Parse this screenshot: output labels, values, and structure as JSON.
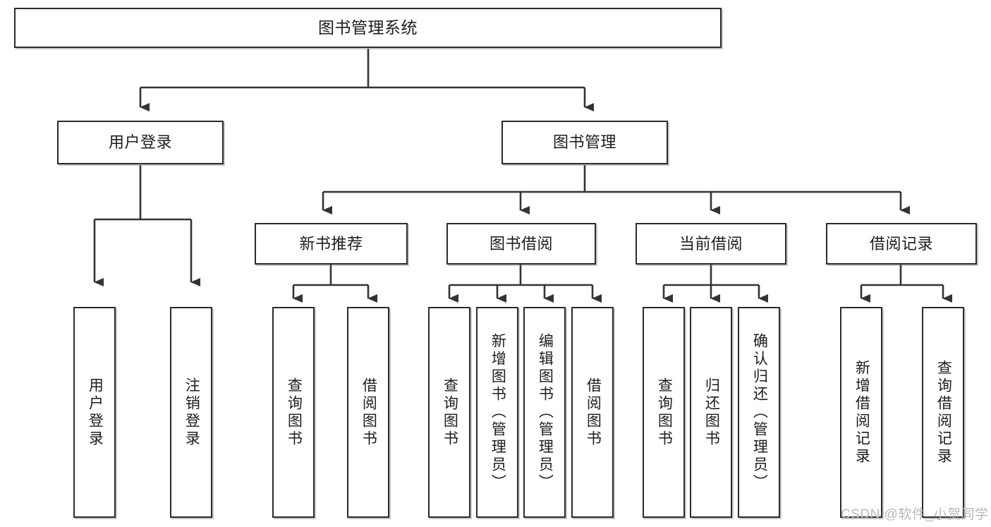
{
  "diagram": {
    "title": "图书管理系统",
    "type": "tree-hierarchy-chart",
    "colors": {
      "box_border": "#2b2b2b",
      "box_fill": "#ffffff",
      "edge": "#333333",
      "text": "#1d1d1d",
      "watermark": "#b9b9b9",
      "background": "#ffffff"
    },
    "nodes": {
      "root": {
        "label": "图书管理系统"
      },
      "level2": [
        {
          "label": "用户登录"
        },
        {
          "label": "图书管理"
        }
      ],
      "level3": [
        {
          "label": "新书推荐"
        },
        {
          "label": "图书借阅"
        },
        {
          "label": "当前借阅"
        },
        {
          "label": "借阅记录"
        }
      ],
      "leaves_user_login": [
        {
          "label": "用户登录"
        },
        {
          "label": "注销登录"
        }
      ],
      "leaves_new_book": [
        {
          "label": "查询图书"
        },
        {
          "label": "借阅图书"
        }
      ],
      "leaves_borrow": [
        {
          "label": "查询图书"
        },
        {
          "label": "新增图书（管理员）"
        },
        {
          "label": "编辑图书（管理员）"
        },
        {
          "label": "借阅图书"
        }
      ],
      "leaves_current": [
        {
          "label": "查询图书"
        },
        {
          "label": "归还图书"
        },
        {
          "label": "确认归还（管理员）"
        }
      ],
      "leaves_record": [
        {
          "label": "新增借阅记录"
        },
        {
          "label": "查询借阅记录"
        }
      ]
    },
    "watermark": "CSDN @软件_小贺同学"
  }
}
